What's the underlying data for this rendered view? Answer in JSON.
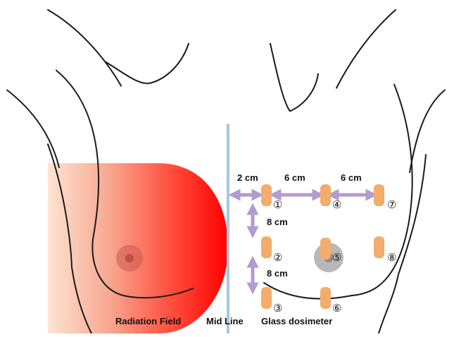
{
  "labels": {
    "radiation_field": "Radiation Field",
    "mid_line": "Mid Line",
    "glass_dosimeter": "Glass dosimeter"
  },
  "distances": {
    "left_gap": "2 cm",
    "h_gap_1": "6 cm",
    "h_gap_2": "6 cm",
    "v_gap_1": "8 cm",
    "v_gap_2": "8 cm"
  },
  "dosimeters": [
    {
      "id": 1,
      "number": "①"
    },
    {
      "id": 2,
      "number": "②"
    },
    {
      "id": 3,
      "number": "③"
    },
    {
      "id": 4,
      "number": "④"
    },
    {
      "id": 5,
      "number": "⑤"
    },
    {
      "id": 6,
      "number": "⑥"
    },
    {
      "id": 7,
      "number": "⑦"
    },
    {
      "id": 8,
      "number": "⑧"
    }
  ],
  "colors": {
    "radiation_start": "#fde4d2",
    "radiation_end": "#ff0000",
    "mid_line": "#a9c7e3",
    "dosimeter": "#f2ac6b",
    "arrow": "#b39bce",
    "outline": "#1a1a1a",
    "nipple": "#c0504d",
    "nipple_right": "#888888"
  }
}
